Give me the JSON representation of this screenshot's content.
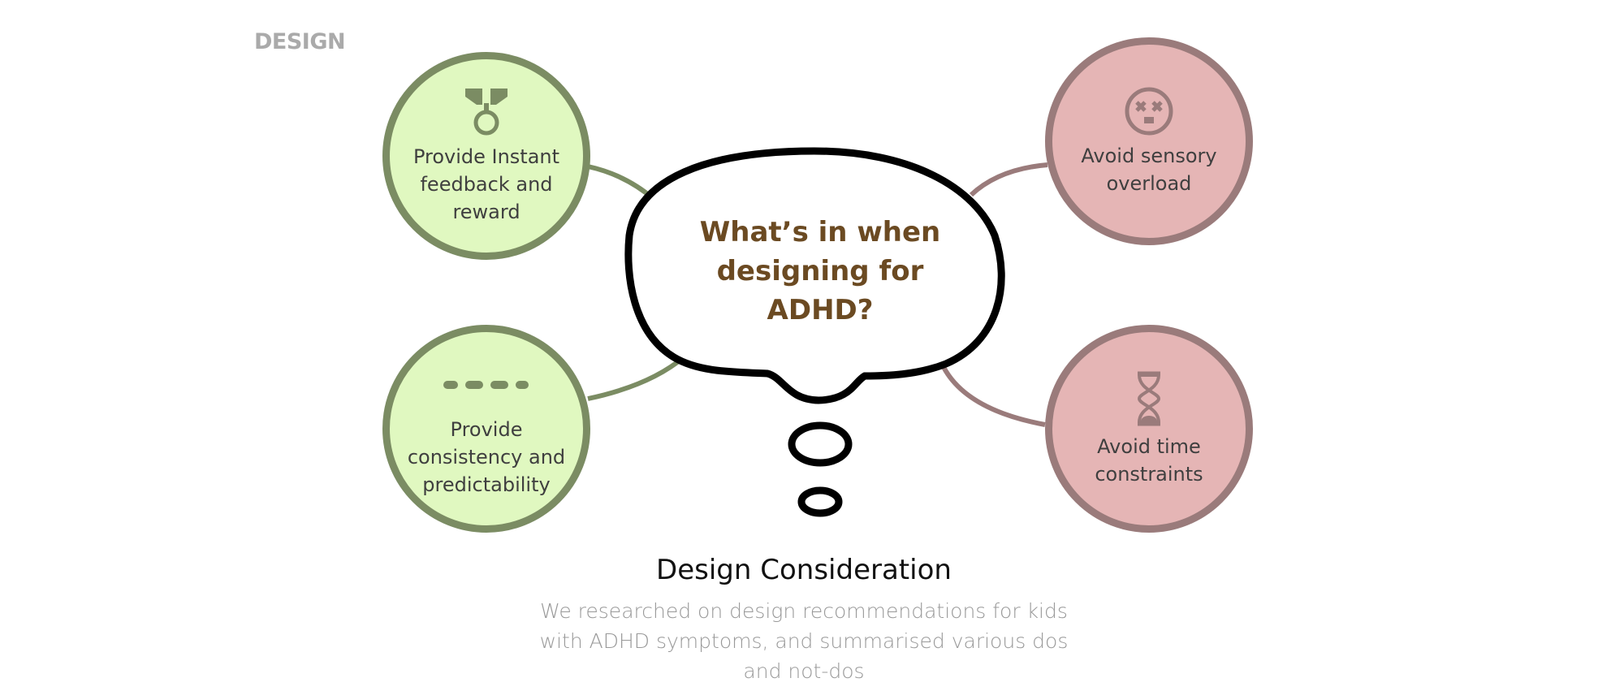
{
  "section_label": "DESIGN",
  "center_question": "What’s in when designing for ADHD?",
  "nodes": {
    "feedback": {
      "label": "Provide Instant feedback and reward",
      "icon": "medal-icon"
    },
    "consistency": {
      "label": "Provide consistency and predictability",
      "icon": "dashes-icon"
    },
    "sensory": {
      "label": "Avoid sensory overload",
      "icon": "dizzy-face-icon"
    },
    "time": {
      "label": "Avoid time constraints",
      "icon": "hourglass-icon"
    }
  },
  "caption": {
    "title": "Design Consideration",
    "description": "We researched on design recommendations for kids with ADHD symptoms, and summarised various dos and not-dos"
  },
  "colors": {
    "do_fill": "#e0f8c0",
    "do_stroke": "#7b8c63",
    "dont_fill": "#e5b5b5",
    "dont_stroke": "#9a7b7b",
    "question": "#6b4a22"
  }
}
